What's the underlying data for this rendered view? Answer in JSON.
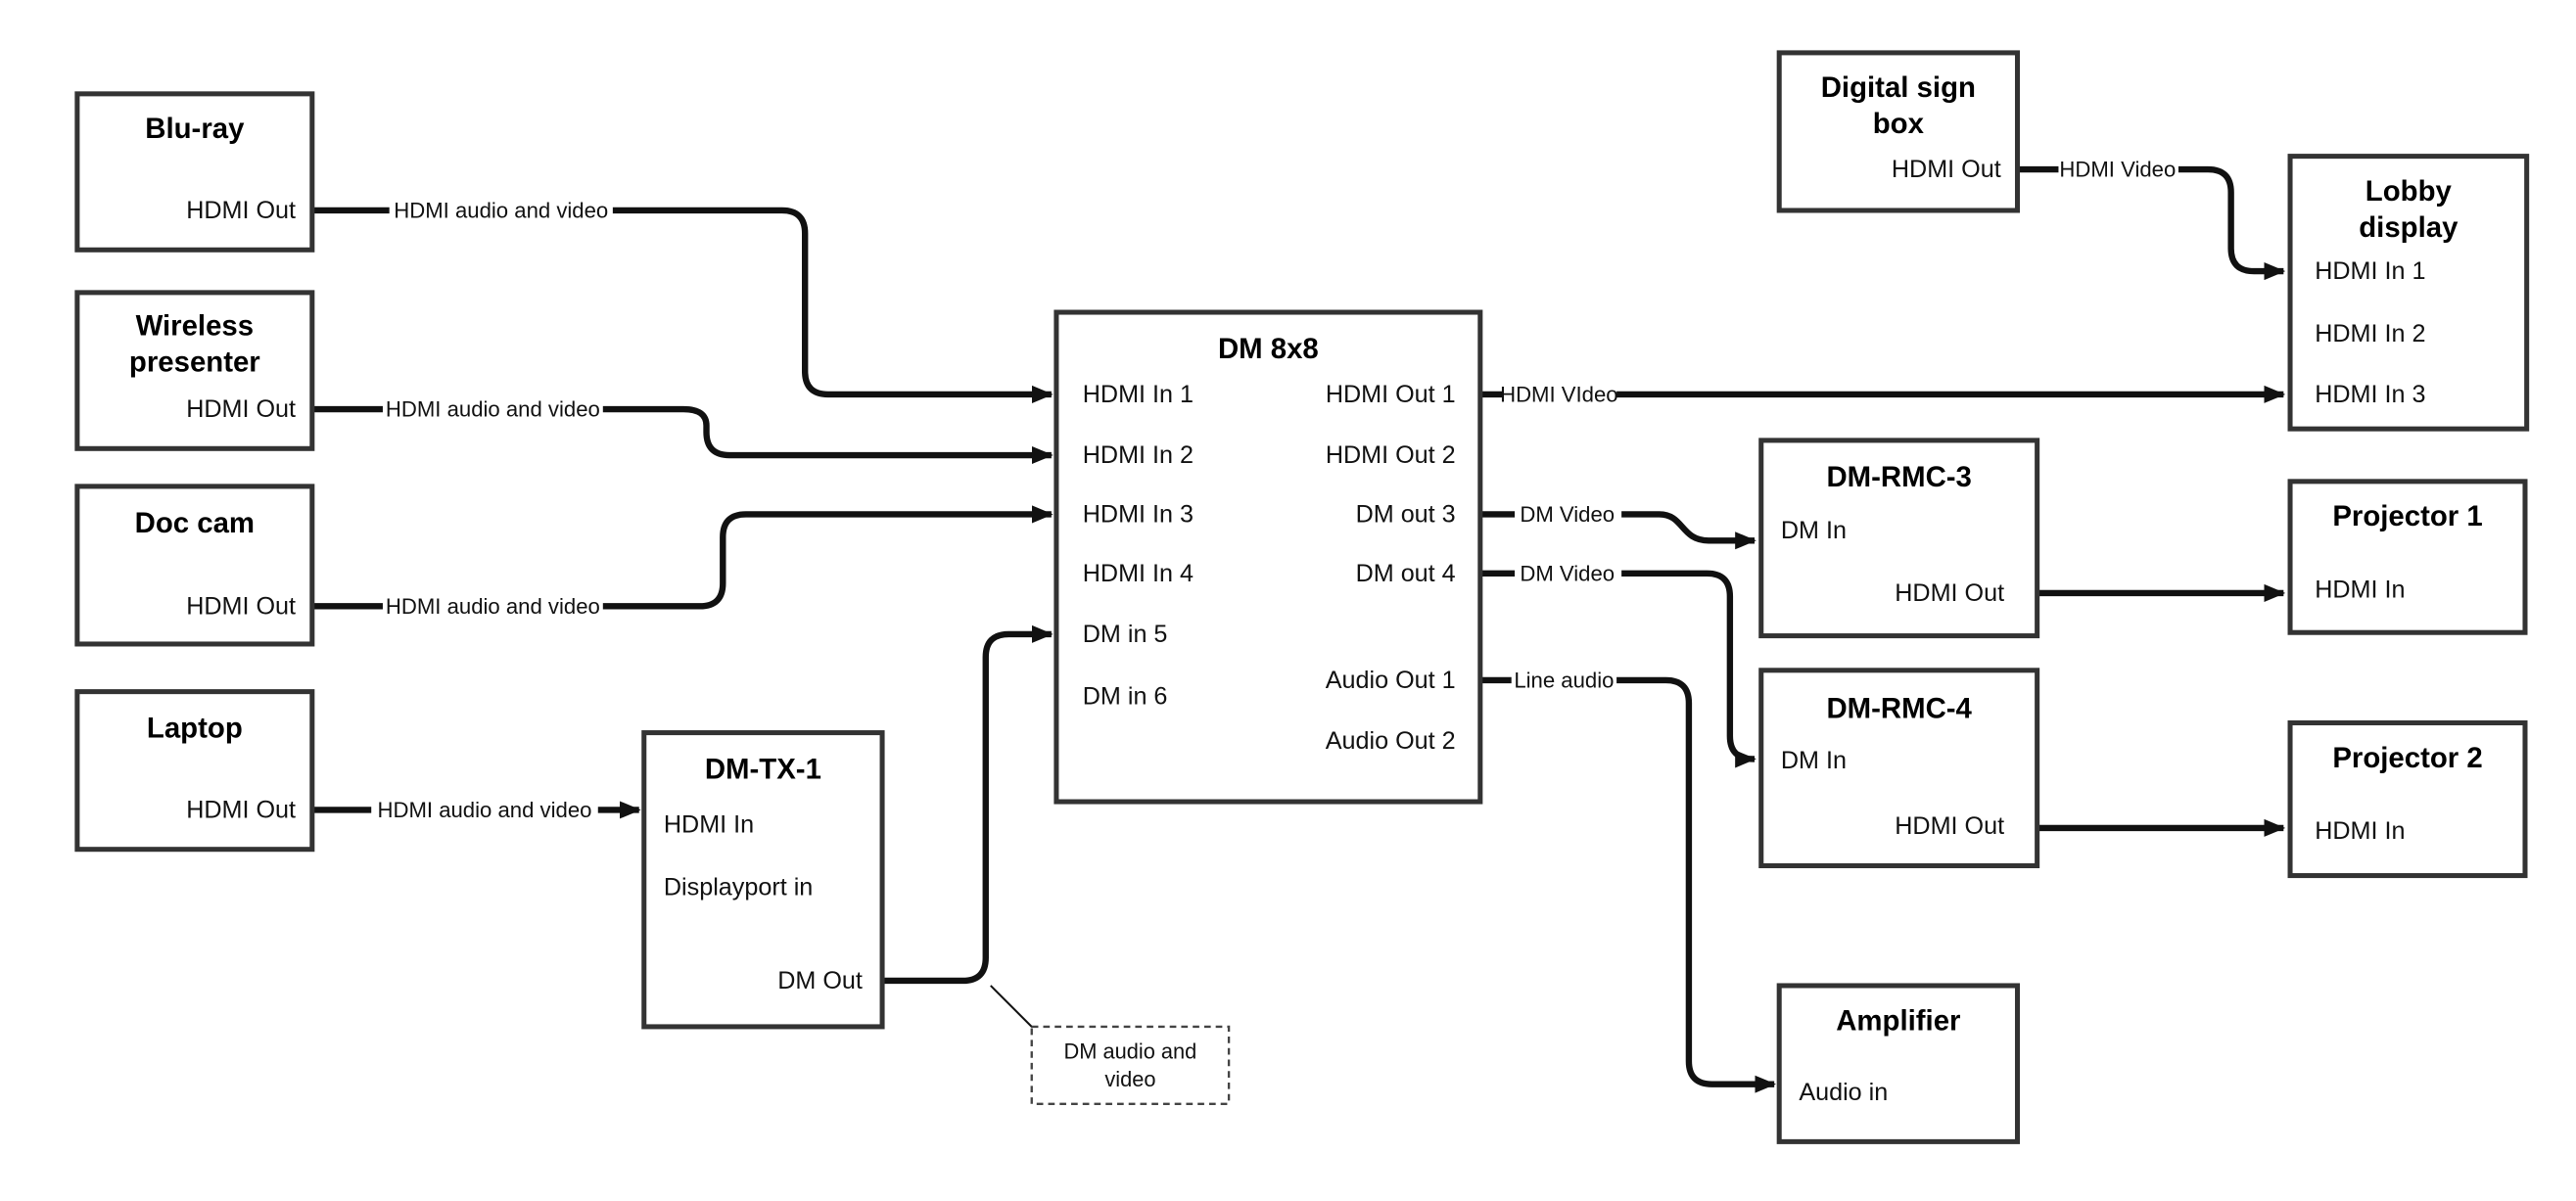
{
  "diagram": {
    "type": "av-signal-flow-diagram",
    "colors": {
      "background": "#ffffff",
      "wire": "#111111",
      "box_border": "#333333",
      "text": "#111111"
    },
    "nodes": {
      "bluray": {
        "title": "Blu-ray",
        "ports": {
          "hdmi_out": "HDMI Out"
        }
      },
      "wireless_presenter": {
        "title_line1": "Wireless",
        "title_line2": "presenter",
        "ports": {
          "hdmi_out": "HDMI Out"
        }
      },
      "doc_cam": {
        "title": "Doc cam",
        "ports": {
          "hdmi_out": "HDMI Out"
        }
      },
      "laptop": {
        "title": "Laptop",
        "ports": {
          "hdmi_out": "HDMI Out"
        }
      },
      "dm_tx_1": {
        "title": "DM-TX-1",
        "ports": {
          "hdmi_in": "HDMI In",
          "displayport_in": "Displayport in",
          "dm_out": "DM Out"
        }
      },
      "dm_8x8": {
        "title": "DM 8x8",
        "ports": {
          "hdmi_in_1": "HDMI In 1",
          "hdmi_in_2": "HDMI In 2",
          "hdmi_in_3": "HDMI In 3",
          "hdmi_in_4": "HDMI In 4",
          "dm_in_5": "DM in 5",
          "dm_in_6": "DM in 6",
          "hdmi_out_1": "HDMI Out 1",
          "hdmi_out_2": "HDMI Out 2",
          "dm_out_3": "DM out 3",
          "dm_out_4": "DM out 4",
          "audio_out_1": "Audio Out 1",
          "audio_out_2": "Audio Out 2"
        }
      },
      "digital_sign_box": {
        "title_line1": "Digital sign",
        "title_line2": "box",
        "ports": {
          "hdmi_out": "HDMI Out"
        }
      },
      "lobby_display": {
        "title_line1": "Lobby",
        "title_line2": "display",
        "ports": {
          "hdmi_in_1": "HDMI In 1",
          "hdmi_in_2": "HDMI In 2",
          "hdmi_in_3": "HDMI In 3"
        }
      },
      "dm_rmc_3": {
        "title": "DM-RMC-3",
        "ports": {
          "dm_in": "DM In",
          "hdmi_out": "HDMI Out"
        }
      },
      "projector_1": {
        "title": "Projector 1",
        "ports": {
          "hdmi_in": "HDMI In"
        }
      },
      "dm_rmc_4": {
        "title": "DM-RMC-4",
        "ports": {
          "dm_in": "DM In",
          "hdmi_out": "HDMI Out"
        }
      },
      "projector_2": {
        "title": "Projector 2",
        "ports": {
          "hdmi_in": "HDMI In"
        }
      },
      "amplifier": {
        "title": "Amplifier",
        "ports": {
          "audio_in": "Audio in"
        }
      }
    },
    "wire_labels": {
      "bluray_to_dm8x8": "HDMI audio and video",
      "wireless_to_dm8x8": "HDMI audio and video",
      "doccam_to_dm8x8": "HDMI audio and video",
      "laptop_to_dmtx1": "HDMI audio and video",
      "hdmi_out_1_wire": "HDMI VIdeo",
      "dm_out_3_wire": "DM Video",
      "dm_out_4_wire": "DM Video",
      "audio_out_1_wire": "Line audio",
      "digital_sign_wire": "HDMI Video"
    },
    "annotation": {
      "line1": "DM audio and",
      "line2": "video"
    }
  }
}
